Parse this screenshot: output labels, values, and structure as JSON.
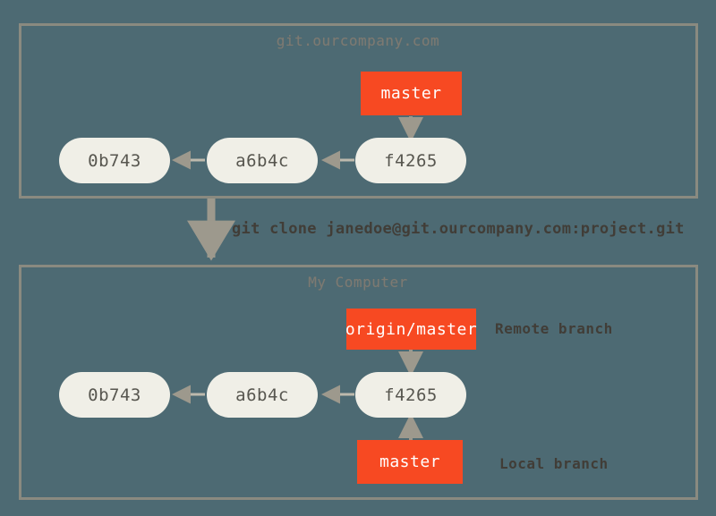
{
  "diagram": {
    "title": "git clone of a remote repository",
    "background_color": "#4d6a73",
    "accent_color": "#f74922",
    "commit_color": "#f0efe7",
    "border_color": "#8a8a80",
    "arrow_color": "#9d998d"
  },
  "zones": [
    {
      "id": "remote",
      "title": "git.ourcompany.com",
      "commits": [
        {
          "label": "0b743"
        },
        {
          "label": "a6b4c"
        },
        {
          "label": "f4265"
        }
      ],
      "branches": [
        {
          "label": "master",
          "annotation": ""
        }
      ]
    },
    {
      "id": "local",
      "title": "My Computer",
      "commits": [
        {
          "label": "0b743"
        },
        {
          "label": "a6b4c"
        },
        {
          "label": "f4265"
        }
      ],
      "branches": [
        {
          "label": "origin/master",
          "annotation": "Remote branch"
        },
        {
          "label": "master",
          "annotation": "Local branch"
        }
      ]
    }
  ],
  "command": {
    "text": "git clone janedoe@git.ourcompany.com:project.git"
  }
}
